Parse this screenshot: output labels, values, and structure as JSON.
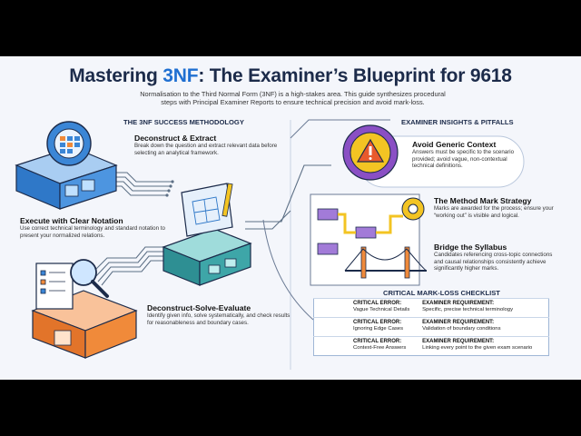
{
  "title_main": "Mastering ",
  "title_accent": "3NF",
  "title_rest": ": The Examiner’s Blueprint for 9618",
  "subtitle": "Normalisation to the Third Normal Form (3NF) is a high-stakes area. This guide synthesizes procedural steps with Principal Examiner Reports to ensure technical precision and avoid mark-loss.",
  "left_section_title": "THE 3NF SUCCESS METHODOLOGY",
  "steps": [
    {
      "heading": "Deconstruct & Extract",
      "text": "Break down the question and extract relevant data before selecting an analytical framework."
    },
    {
      "heading": "Execute with Clear Notation",
      "text": "Use correct technical terminology and standard notation to present your normalized relations."
    },
    {
      "heading": "Deconstruct-Solve-Evaluate",
      "text": "Identify given info, solve systematically, and check results for reasonableness and boundary cases."
    }
  ],
  "right_section_title": "EXAMINER INSIGHTS & PITFALLS",
  "insights": [
    {
      "heading": "Avoid Generic Context",
      "text": "Answers must be specific to the scenario provided; avoid vague, non-contextual technical definitions."
    },
    {
      "heading": "The Method Mark Strategy",
      "text": "Marks are awarded for the process; ensure your “working out” is visible and logical."
    },
    {
      "heading": "Bridge the Syllabus",
      "text": "Candidates referencing cross-topic connections and causal relationships consistently achieve significantly higher marks."
    }
  ],
  "checklist_title": "CRITICAL MARK-LOSS CHECKLIST",
  "checklist": [
    {
      "error_label": "CRITICAL ERROR:",
      "error": "Vague Technical Details",
      "req_label": "EXAMINER REQUIREMENT:",
      "req": "Specific, precise technical terminology"
    },
    {
      "error_label": "CRITICAL ERROR:",
      "error": "Ignoring Edge Cases",
      "req_label": "EXAMINER REQUIREMENT:",
      "req": "Validation of boundary conditions"
    },
    {
      "error_label": "CRITICAL ERROR:",
      "error": "Context-Free Answers",
      "req_label": "EXAMINER REQUIREMENT:",
      "req": "Linking every point to the given exam scenario"
    }
  ],
  "colors": {
    "accent": "#1f6fd1",
    "navy": "#1c2b4a",
    "blue_block": "#3b86d6",
    "teal_block": "#3ea6a8",
    "orange_block": "#f08a3a",
    "warning": "#f3c423",
    "purple": "#8a4fc4"
  }
}
